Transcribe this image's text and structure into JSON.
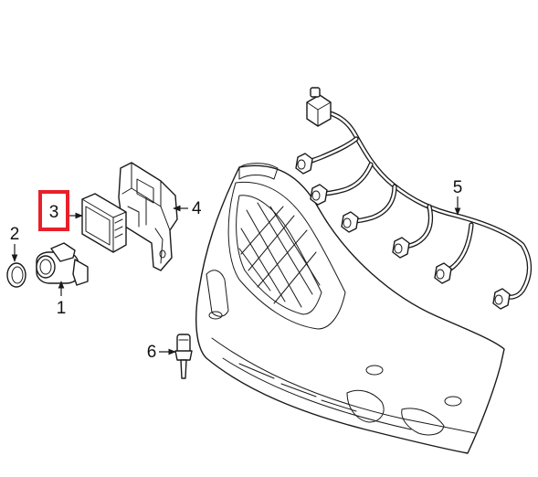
{
  "diagram": {
    "highlight_color": "#e8202a",
    "callouts": [
      {
        "id": "1",
        "label": "1",
        "part": "parking-sensor"
      },
      {
        "id": "2",
        "label": "2",
        "part": "sensor-retainer-ring"
      },
      {
        "id": "3",
        "label": "3",
        "part": "control-module",
        "highlighted": true
      },
      {
        "id": "4",
        "label": "4",
        "part": "module-bracket"
      },
      {
        "id": "5",
        "label": "5",
        "part": "wiring-harness"
      },
      {
        "id": "6",
        "label": "6",
        "part": "temperature-sensor"
      }
    ]
  }
}
